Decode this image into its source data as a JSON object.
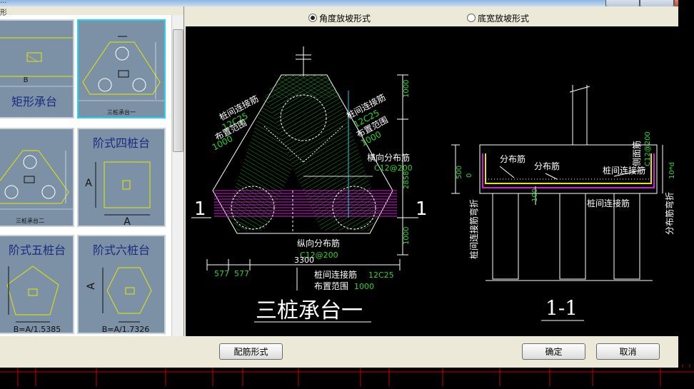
{
  "window": {
    "title": "..."
  },
  "left_panel": {
    "header": "形",
    "thumbnails": [
      {
        "name": "矩形承台",
        "b_label": "B"
      },
      {
        "sub": "三桩承台一"
      },
      {
        "sub": "三桩承台二"
      },
      {
        "name": "阶式四桩台",
        "a_label": "A"
      },
      {
        "name": "阶式五桩台",
        "formula": "B=A/1.5385"
      },
      {
        "name": "阶式六桩台",
        "formula": "B=A/1.7326"
      }
    ]
  },
  "options": {
    "radio1": "角度放坡形式",
    "radio2": "底宽放坡形式",
    "selected": "radio1"
  },
  "drawing": {
    "plan_title": "三桩承台一",
    "section_title": "1-1",
    "section_mark": "1",
    "labels": {
      "pile_conn_rebar": "桩间连接筋",
      "rebar_spec": "12C25",
      "layout_range": "布置范围",
      "range_value": "1000",
      "transverse_dist": "横向分布筋",
      "longitudinal_dist": "纵向分布筋",
      "dist_spec": "C12@200",
      "dim_2858": "2858",
      "dim_3300": "3300",
      "dim_577": "577",
      "dist_rebar": "分布筋",
      "side_rebar": "侧面筋",
      "side_spec": "C12@200",
      "dim_500": "500",
      "dim_0": "0",
      "dim_100": "100",
      "anchor": "10*d",
      "pile_conn_bend": "桩间连接筋弯折",
      "dist_bend": "分布筋弯折"
    }
  },
  "buttons": {
    "rebar_form": "配筋形式",
    "ok": "确定",
    "cancel": "取消"
  }
}
